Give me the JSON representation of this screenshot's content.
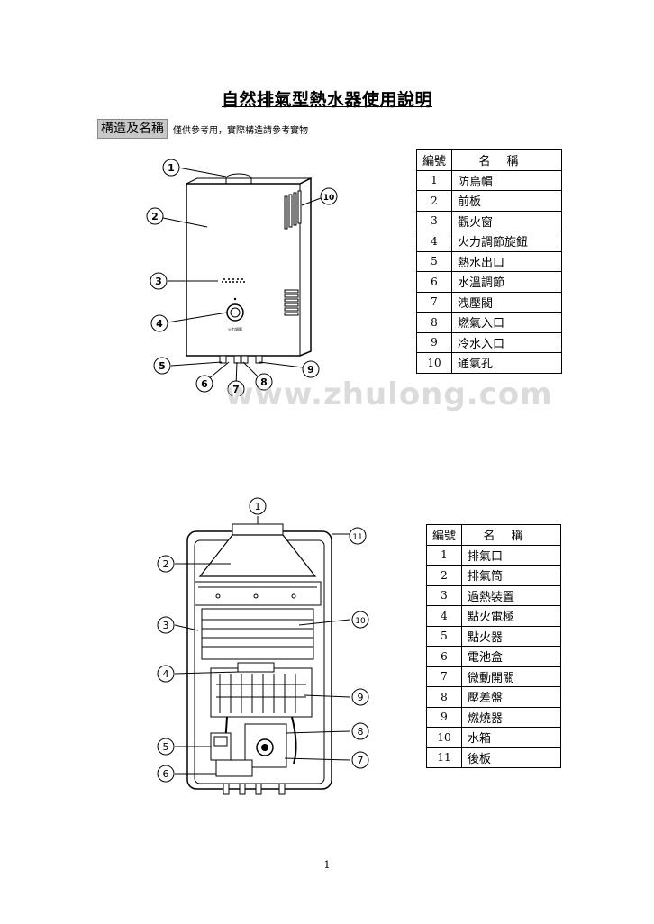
{
  "title": "自然排氣型熱水器使用說明",
  "section_label": "構造及名稱",
  "section_note": "僅供參考用，實際構造請參考實物",
  "watermark": "www.zhulong.com",
  "page_number": "1",
  "panel": {
    "knob_caption": "火力調節"
  },
  "diagram1": {
    "callouts": [
      "1",
      "2",
      "3",
      "4",
      "5",
      "6",
      "7",
      "8",
      "9",
      "10"
    ]
  },
  "diagram2": {
    "callouts": [
      "1",
      "2",
      "3",
      "4",
      "5",
      "6",
      "7",
      "8",
      "9",
      "10",
      "11"
    ]
  },
  "table1": {
    "header_num": "編號",
    "header_name": "名稱",
    "rows": [
      {
        "num": "1",
        "name": "防鳥帽"
      },
      {
        "num": "2",
        "name": "前板"
      },
      {
        "num": "3",
        "name": "觀火窗"
      },
      {
        "num": "4",
        "name": "火力調節旋鈕"
      },
      {
        "num": "5",
        "name": "熱水出口"
      },
      {
        "num": "6",
        "name": "水溫調節"
      },
      {
        "num": "7",
        "name": "洩壓閥"
      },
      {
        "num": "8",
        "name": "燃氣入口"
      },
      {
        "num": "9",
        "name": "冷水入口"
      },
      {
        "num": "10",
        "name": "通氣孔"
      }
    ]
  },
  "table2": {
    "header_num": "編號",
    "header_name": "名稱",
    "rows": [
      {
        "num": "1",
        "name": "排氣口"
      },
      {
        "num": "2",
        "name": "排氣筒"
      },
      {
        "num": "3",
        "name": "過熱裝置"
      },
      {
        "num": "4",
        "name": "點火電極"
      },
      {
        "num": "5",
        "name": "點火器"
      },
      {
        "num": "6",
        "name": "電池盒"
      },
      {
        "num": "7",
        "name": "微動開關"
      },
      {
        "num": "8",
        "name": "壓差盤"
      },
      {
        "num": "9",
        "name": "燃燒器"
      },
      {
        "num": "10",
        "name": "水箱"
      },
      {
        "num": "11",
        "name": "後板"
      }
    ]
  }
}
